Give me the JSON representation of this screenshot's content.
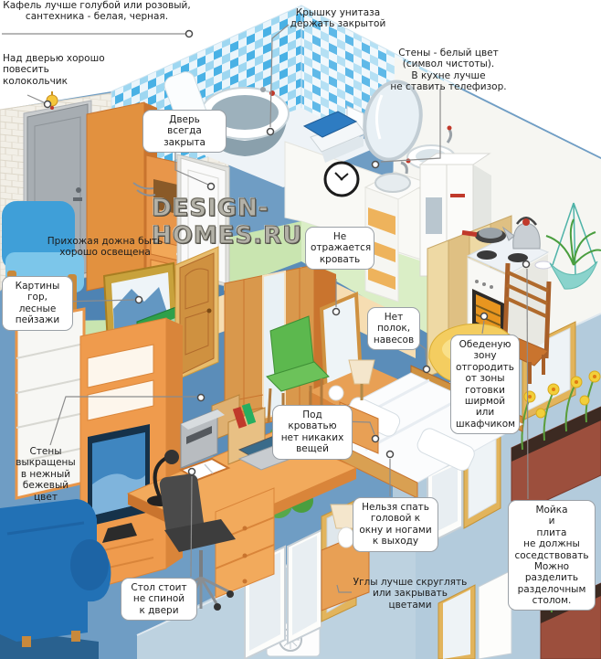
{
  "watermark": "DESIGN-HOMES.RU",
  "colors": {
    "background_blue": "#6f9dc4",
    "callout_bg": "#ffffff",
    "callout_border": "#9aa0a6",
    "tile_blue": "#49b1e5",
    "furniture_orange": "#ef9b4d",
    "bedroom_wall_green": "#c9e5b0",
    "living_wall_beige": "#f6ddb2",
    "sofa_blue": "#2271b5",
    "exterior_wall": "#b6cede",
    "window_frame_gold": "#e2b45c",
    "daffodil_yellow": "#f2cf3a",
    "watermark_gray": "#b3b1a7"
  },
  "labels": {
    "tiles": {
      "text": "Кафель лучше голубой или розовый,\nсантехника - белая, черная.",
      "boxed": false
    },
    "toilet_lid": {
      "text": "Крышку унитаза\nдержать закрытой",
      "boxed": false
    },
    "walls_white": {
      "text": "Стены - белый цвет\n(символ чистоты).\nВ кухне лучше\nне ставить телефизор.",
      "boxed": false
    },
    "bell": {
      "text": "Над дверью хорошо\nповесить\nколокольчик",
      "boxed": false
    },
    "door_closed": {
      "text": "Дверь\nвсегда закрыта",
      "boxed": true
    },
    "hallway_light": {
      "text": "Прихожая дожна быть\nхорошо освещена",
      "boxed": false
    },
    "paintings": {
      "text": "Картины гор,\nлесные\nпейзажи",
      "boxed": true
    },
    "bed_mirror": {
      "text": "Не\nотражается\nкровать",
      "boxed": true
    },
    "no_shelves": {
      "text": "Нет\nполок,\nнавесов",
      "boxed": true
    },
    "dining_zone": {
      "text": "Обеденую\nзону\nотгородить\nот зоны\nготовки\nширмой или\nшкафчиком",
      "boxed": true
    },
    "under_bed": {
      "text": "Под кроватью\nнет никаких\nвещей",
      "boxed": true
    },
    "beige_walls": {
      "text": "Стены выкращены\nв нежный бежевый\nцвет",
      "boxed": false
    },
    "sleep_direction": {
      "text": "Нельзя спать\nголовой к\nокну и ногами\nк выходу",
      "boxed": true
    },
    "desk_position": {
      "text": "Стол стоит\nне спиной\nк двери",
      "boxed": true
    },
    "corners": {
      "text": "Углы лучше скруглять\nили закрывать цветами",
      "boxed": false
    },
    "sink_stove": {
      "text": "Мойка\nи\nплита\nне должны\nсоседствовать\nМожно\nразделить\nразделочным\nстолом.",
      "boxed": true
    }
  }
}
